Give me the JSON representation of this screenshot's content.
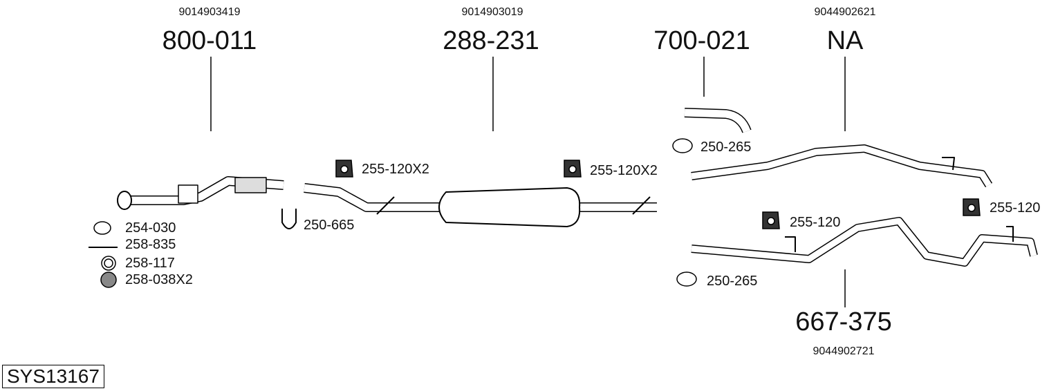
{
  "system_id": "SYS13167",
  "parts": [
    {
      "number": "800-011",
      "oe": "9014903419"
    },
    {
      "number": "288-231",
      "oe": "9014903019"
    },
    {
      "number": "700-021",
      "oe": ""
    },
    {
      "number": "NA",
      "oe": "9044902621"
    },
    {
      "number": "667-375",
      "oe": "9044902721"
    }
  ],
  "accessories": {
    "a1": "254-030",
    "a2": "258-835",
    "a3": "258-117",
    "a4": "258-038X2",
    "a5": "250-665",
    "a6": "255-120X2",
    "a7": "255-120X2",
    "a8": "250-265",
    "a9": "255-120",
    "a10": "255-120",
    "a11": "250-265"
  }
}
